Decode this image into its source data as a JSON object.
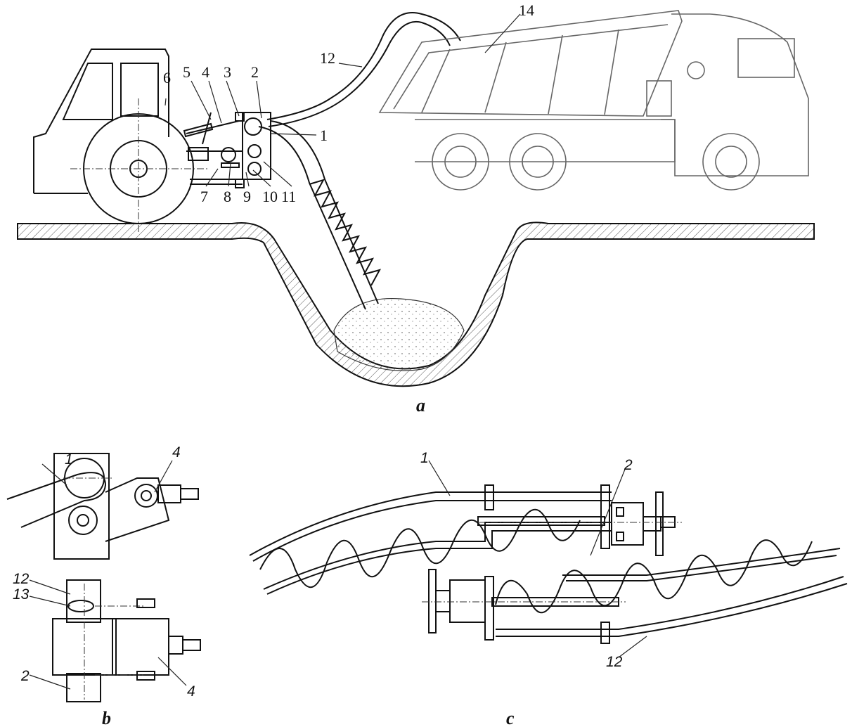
{
  "panel_a": {
    "caption": "a",
    "labels": {
      "l1": "1",
      "l2": "2",
      "l3": "3",
      "l4": "4",
      "l5": "5",
      "l6": "6",
      "l7": "7",
      "l8": "8",
      "l9": "9",
      "l10": "10",
      "l11": "11",
      "l12": "12",
      "l14": "14"
    }
  },
  "panel_b": {
    "caption": "b",
    "labels": {
      "top1": "1",
      "top4": "4",
      "b12": "12",
      "b13": "13",
      "b2": "2",
      "b4": "4"
    }
  },
  "panel_c": {
    "caption": "c",
    "labels": {
      "c1": "1",
      "c2": "2",
      "c12": "12"
    }
  }
}
